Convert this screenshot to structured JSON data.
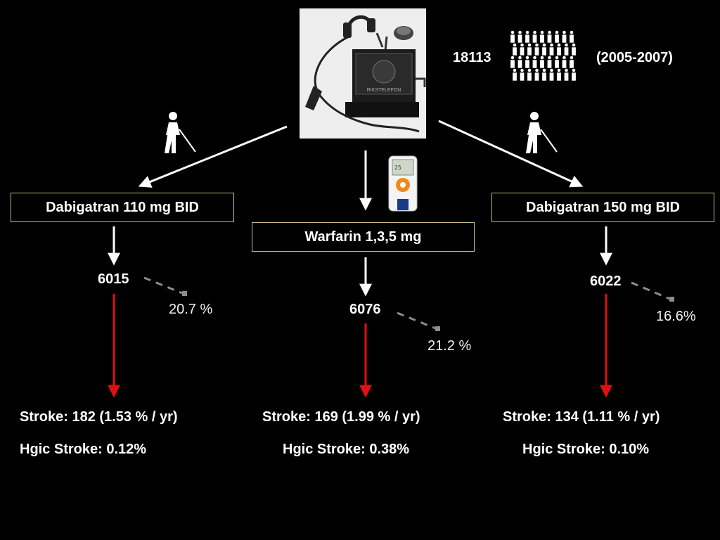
{
  "header": {
    "count": "18113",
    "years": "(2005-2007)"
  },
  "icons": {
    "phone": "antique-telephone",
    "crowd": "crowd-of-people",
    "walker": "person-with-cane",
    "meter": "inr-coagulation-meter"
  },
  "colors": {
    "background": "#000000",
    "box_border": "#c9b98a",
    "arrow_white": "#ffffff",
    "arrow_red": "#e01010",
    "dash_gray": "#8c8c8c"
  },
  "arms": [
    {
      "label": "Dabigatran 110 mg BID",
      "n": "6015",
      "pct": "20.7 %",
      "stroke": "Stroke: 182 (1.53 % / yr)",
      "hgic": "Hgic Stroke: 0.12%"
    },
    {
      "label": "Warfarin 1,3,5 mg",
      "n": "6076",
      "pct": "21.2 %",
      "stroke": "Stroke: 169 (1.99 % / yr)",
      "hgic": "Hgic Stroke: 0.38%"
    },
    {
      "label": "Dabigatran 150 mg BID",
      "n": "6022",
      "pct": "16.6%",
      "stroke": "Stroke: 134 (1.11 % / yr)",
      "hgic": "Hgic Stroke: 0.10%"
    }
  ]
}
